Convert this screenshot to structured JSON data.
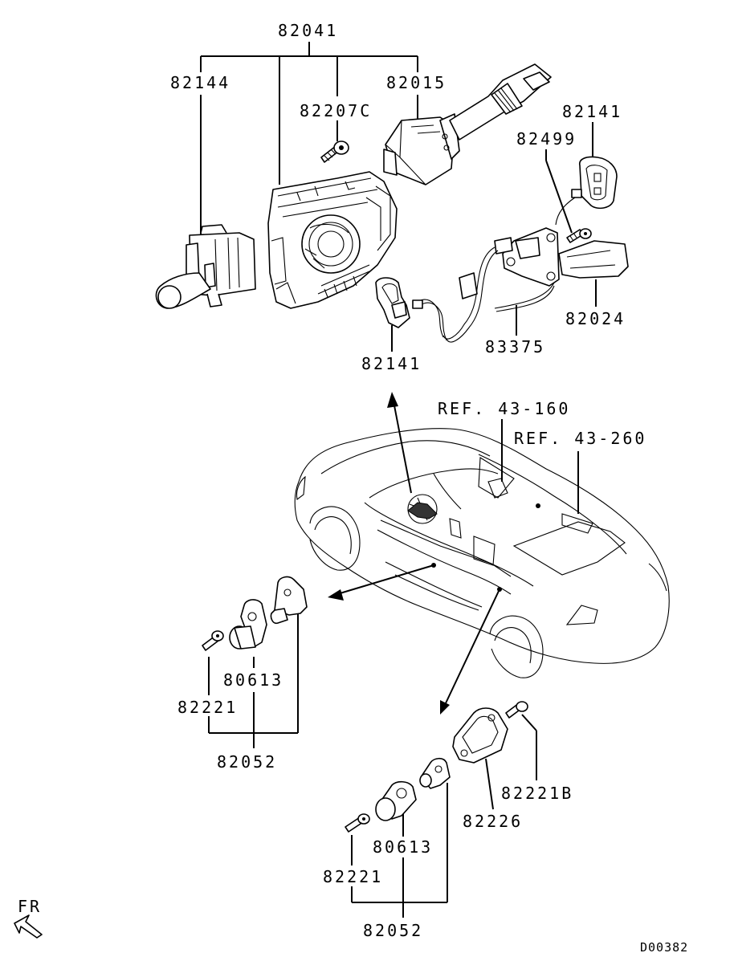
{
  "labels": {
    "p82041": "82041",
    "p82144": "82144",
    "p82015": "82015",
    "p82207C": "82207C",
    "p82141_top": "82141",
    "p82499": "82499",
    "p82024": "82024",
    "p83375": "83375",
    "p82141_mid": "82141",
    "ref_43_160": "REF. 43-160",
    "ref_43_260": "REF. 43-260",
    "p80613_a": "80613",
    "p82221_a": "82221",
    "p82052_a": "82052",
    "p82221B": "82221B",
    "p82226": "82226",
    "p80613_b": "80613",
    "p82221_b": "82221",
    "p82052_b": "82052",
    "fr": "FR",
    "diagram_code": "D00382"
  }
}
